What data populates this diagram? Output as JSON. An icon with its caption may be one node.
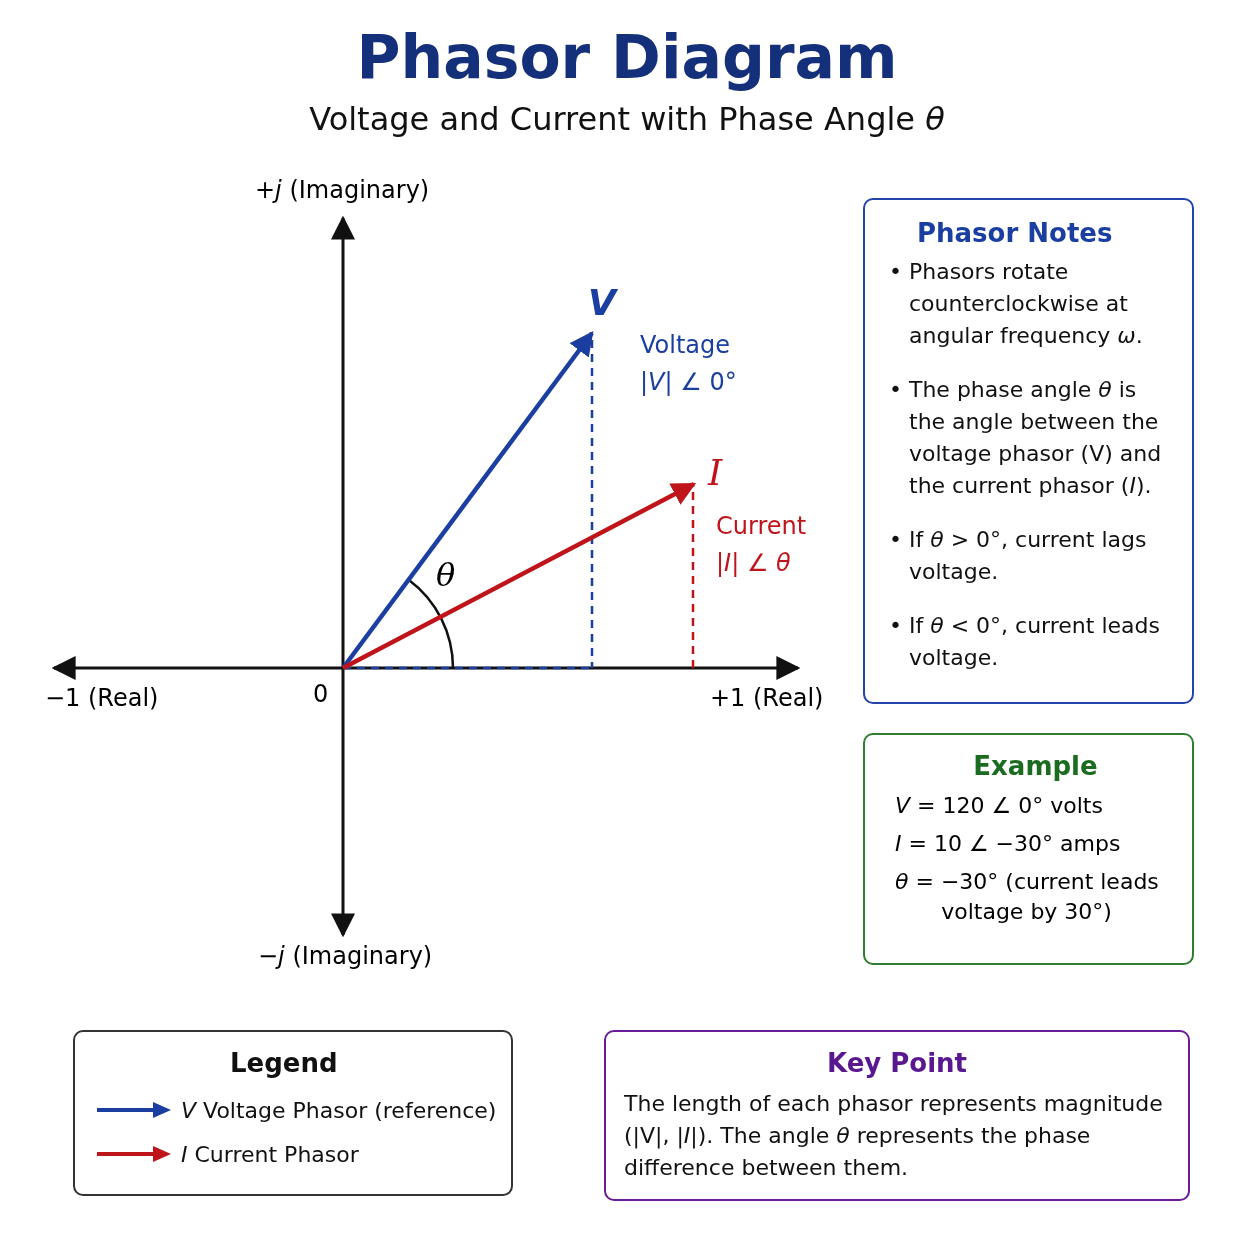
{
  "diagram": {
    "title": "Phasor Diagram",
    "nodes": [
      {
        "text": [
          "Phasor Notes",
          "• Phasors rotate counterclockwise at angular frequency *ω*.",
          "• The phase angle *θ* is the angle between the voltage phasor (V) and the current phasor (*I*).",
          "• If *θ* > 0°, current lags voltage.",
          "• If *θ* < 0°, current leads voltage."
        ]
      },
      {
        "text": [
          "Example",
          "*V* = 120 ∠ 0° volts",
          "*I* = 10 ∠ −30° amps",
          "*θ* = −30° (current leads voltage by 30°)"
        ]
      },
      {
        "text": [
          "Legend"
        ]
      },
      {
        "text": [
          "Key Point",
          "The length of each phasor represents magnitude (|V|, |*I*|). The angle *θ* represents the phase difference between them."
        ]
      }
    ],
    "labels": [
      "Voltage and Current with Phase Angle *θ*",
      "+*j* (Imaginary)",
      "V",
      "Voltage",
      "|*V*| ∠ 0°",
      "I",
      "Current",
      "|*I*| ∠ *θ*",
      "θ",
      "−1 (Real)",
      "0",
      "+1 (Real)",
      "−*j* (Imaginary)"
    ],
    "legend": [
      {
        "text": "*V* Voltage Phasor (reference)"
      },
      {
        "text": "*I* Current Phasor"
      }
    ]
  }
}
